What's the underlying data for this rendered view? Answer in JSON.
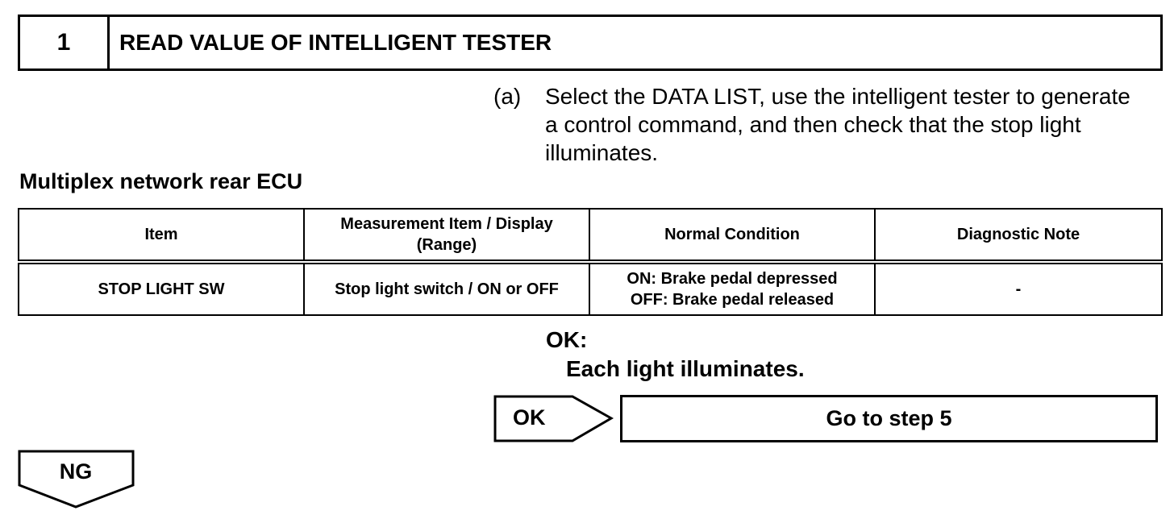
{
  "step": {
    "number": "1",
    "title": "READ VALUE OF INTELLIGENT TESTER"
  },
  "instruction": {
    "marker": "(a)",
    "text": "Select the DATA LIST, use the intelligent tester to generate a control command, and then check that the stop light illuminates."
  },
  "section_title": "Multiplex network rear ECU",
  "table": {
    "headers": [
      "Item",
      "Measurement Item / Display (Range)",
      "Normal Condition",
      "Diagnostic Note"
    ],
    "rows": [
      {
        "item": "STOP LIGHT SW",
        "measurement": "Stop light switch / ON or OFF",
        "condition_line1": "ON: Brake pedal depressed",
        "condition_line2": "OFF: Brake pedal released",
        "note": "-"
      }
    ]
  },
  "result": {
    "ok_label": "OK:",
    "ok_text": "Each light illuminates."
  },
  "ok_branch": {
    "arrow_label": "OK",
    "target": "Go to step 5"
  },
  "ng_branch": {
    "arrow_label": "NG"
  }
}
